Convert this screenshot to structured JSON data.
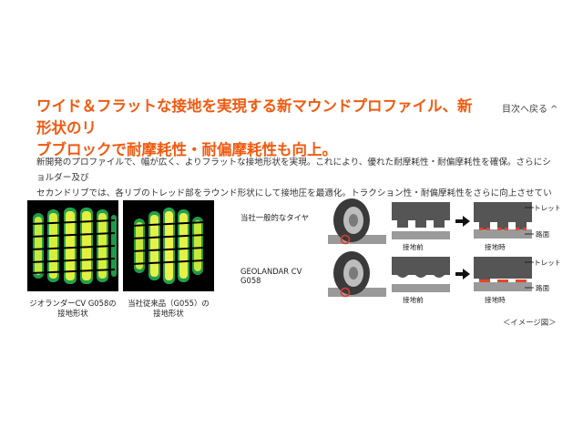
{
  "heading": {
    "line1": "ワイド＆フラットな接地を実現する新マウンドプロファイル、新形状のリ",
    "line2": "ブブロックで耐摩耗性・耐偏摩耗性も向上。"
  },
  "nav": {
    "back_to_toc": "目次へ戻る",
    "chevron": "^"
  },
  "body": {
    "line1": "新開発のプロファイルで、幅が広く、よりフラットな接地形状を実現。これにより、優れた耐摩耗性・耐偏摩耗性を確保。さらにショルダー及び",
    "line2": "セカンドリブでは、各リブのトレッド部をラウンド形状にして接地圧を最適化。トラクション性・耐偏摩耗性をさらに向上させています。"
  },
  "footprints": [
    {
      "caption_line1": "ジオランダーCV G058の",
      "caption_line2": "接地形状"
    },
    {
      "caption_line1": "当社従来品（G055）の",
      "caption_line2": "接地形状"
    }
  ],
  "diagram": {
    "rows": [
      {
        "label_line1": "当社一般的なタイヤ",
        "label_line2": "",
        "before": "接地前",
        "after": "接地時"
      },
      {
        "label_line1": "GEOLANDAR CV",
        "label_line2": "G058",
        "before": "接地前",
        "after": "接地時"
      }
    ],
    "tread_label": "トレッド",
    "road_label": "路面"
  },
  "image_note": "＜イメージ図＞",
  "colors": {
    "accent": "#f15a10",
    "tread": "#555555",
    "road": "#9a9a9a",
    "pressure": "#e8442a"
  }
}
